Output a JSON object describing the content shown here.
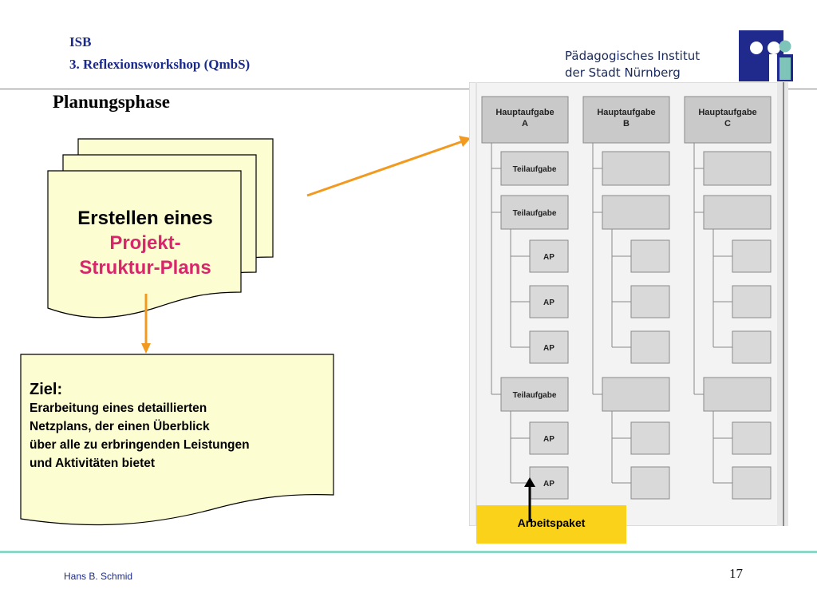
{
  "header": {
    "org": "ISB",
    "event": "3. Reflexionsworkshop (QmbS)",
    "institute_line1": "Pädagogisches Institut",
    "institute_line2": "der Stadt Nürnberg"
  },
  "slide": {
    "title": "Planungsphase",
    "document": {
      "line1": "Erstellen eines",
      "line2": "Projekt-",
      "line3": "Struktur-Plans"
    },
    "goal": {
      "heading": "Ziel:",
      "lines": [
        "Erarbeitung eines detaillierten",
        "Netzplans, der einen Überblick",
        "über alle zu erbringenden Leistungen",
        "und Aktivitäten bietet"
      ]
    }
  },
  "structure_chart": {
    "main_tasks": [
      {
        "name": "Hauptaufgabe",
        "letter": "A"
      },
      {
        "name": "Hauptaufgabe",
        "letter": "B"
      },
      {
        "name": "Hauptaufgabe",
        "letter": "C"
      }
    ],
    "subtask_label": "Teilaufgabe",
    "work_package_label": "AP",
    "callout": "Arbeitspaket"
  },
  "footer": {
    "author": "Hans B. Schmid",
    "page_number": "17"
  },
  "colors": {
    "header_blue": "#1a2a8c",
    "accent_pink": "#d8256c",
    "note_yellow": "#fdfdd2",
    "arrow_orange": "#f29a1f",
    "callout_yellow": "#fbd21a",
    "footer_rule": "#8ed7c8"
  }
}
